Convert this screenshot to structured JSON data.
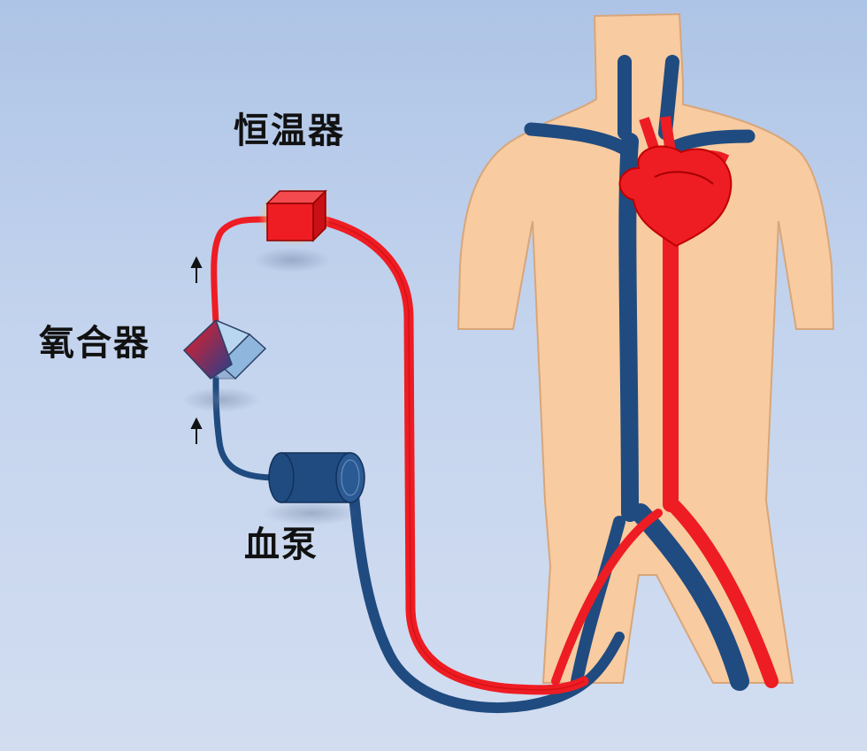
{
  "labels": {
    "thermostat": "恒温器",
    "oxygenator": "氧合器",
    "blood_pump": "血泵"
  },
  "colors": {
    "background": "#b8cbea",
    "skin": "#f8cba0",
    "arterial": "#ee1c23",
    "venous": "#1f4b80",
    "oxygenator_cyan": "#9fc7e8"
  },
  "icons": {
    "flow_arrow": "arrow-up-icon"
  }
}
